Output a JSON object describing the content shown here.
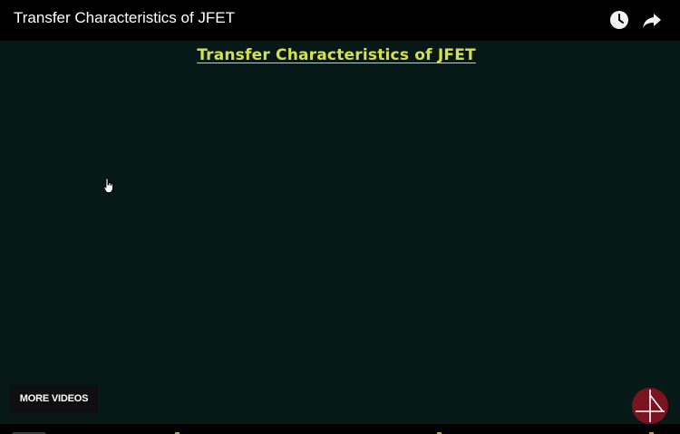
{
  "header": {
    "title": "Transfer Characteristics of JFET",
    "icons": {
      "watch_later": "clock-icon",
      "share": "share-arrow-icon"
    }
  },
  "video": {
    "board_title": "Transfer Characteristics of JFET",
    "board_title_color": "#d6e14a",
    "background_color": "#061917"
  },
  "controls": {
    "more_videos_label": "MORE VIDEOS",
    "channel_logo_color": "#7a1220"
  }
}
